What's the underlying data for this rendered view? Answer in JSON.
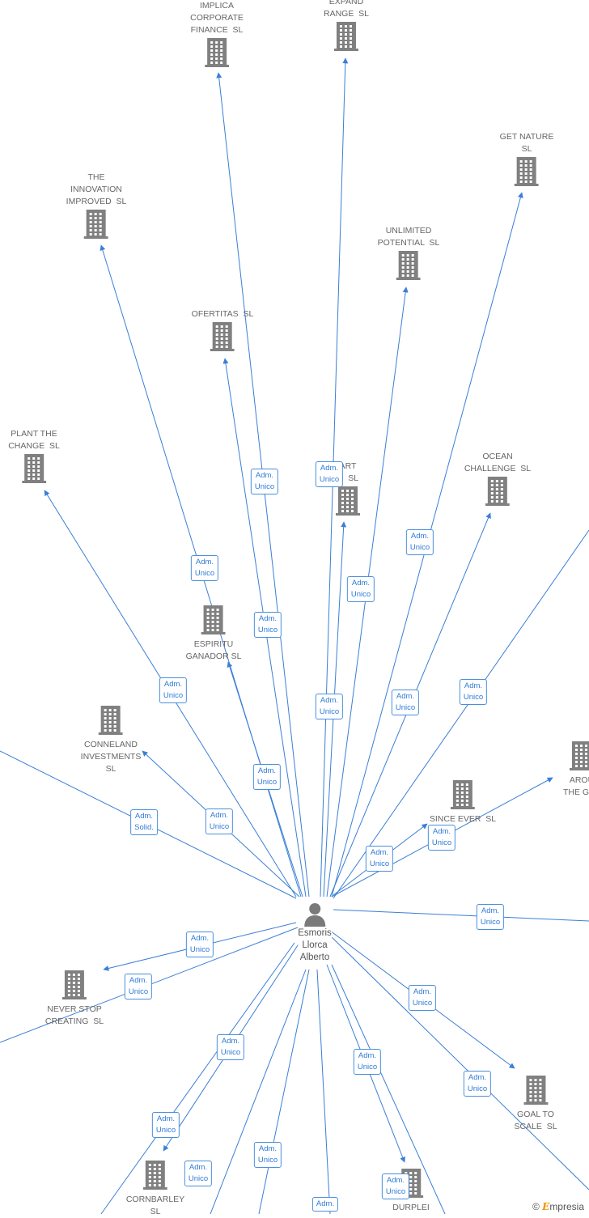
{
  "center_person": {
    "name": "Esmoris\nLlorca\nAlberto",
    "icon": "person-icon"
  },
  "edge_color": "#3a7fd5",
  "companies": [
    {
      "id": "implica",
      "name": "IMPLICA\nCORPORATE\nFINANCE  SL"
    },
    {
      "id": "expand",
      "name": "EXPAND\nRANGE  SL"
    },
    {
      "id": "getnature",
      "name": "GET NATURE\nSL"
    },
    {
      "id": "innovation",
      "name": "THE\nINNOVATION\nIMPROVED  SL"
    },
    {
      "id": "unlimited",
      "name": "UNLIMITED\nPOTENTIAL  SL"
    },
    {
      "id": "ofertitas",
      "name": "OFERTITAS  SL"
    },
    {
      "id": "plant",
      "name": "PLANT THE\nCHANGE  SL"
    },
    {
      "id": "smart",
      "name": "ART\nN  SL"
    },
    {
      "id": "ocean",
      "name": "OCEAN\nCHALLENGE  SL"
    },
    {
      "id": "espiritu",
      "name": "ESPIRITU\nGANADOR SL"
    },
    {
      "id": "conneland",
      "name": "CONNELAND\nINVESTMENTS\nSL"
    },
    {
      "id": "around",
      "name": "AROU\nTHE GLO"
    },
    {
      "id": "sinceever",
      "name": "SINCE EVER  SL"
    },
    {
      "id": "neverstop",
      "name": "NEVER STOP\nCREATING  SL"
    },
    {
      "id": "goaltoscale",
      "name": "GOAL TO\nSCALE  SL"
    },
    {
      "id": "cornbarley",
      "name": "CORNBARLEY\nSL"
    },
    {
      "id": "durplei",
      "name": "DURPLEI"
    }
  ],
  "relations": [
    {
      "label": "Adm.\nUnico"
    },
    {
      "label": "Adm.\nUnico"
    },
    {
      "label": "Adm.\nUnico"
    },
    {
      "label": "Adm.\nUnico"
    },
    {
      "label": "Adm.\nUnico"
    },
    {
      "label": "Adm.\nUnico"
    },
    {
      "label": "Adm.\nUnico"
    },
    {
      "label": "Adm.\nUnico"
    },
    {
      "label": "Adm.\nUnico"
    },
    {
      "label": "Adm.\nUnico"
    },
    {
      "label": "Adm.\nUnico"
    },
    {
      "label": "Adm.\nUnico"
    },
    {
      "label": "Adm.\nSolid."
    },
    {
      "label": "Adm.\nUnico"
    },
    {
      "label": "Adm.\nUnico"
    },
    {
      "label": "Adm.\nUnico"
    },
    {
      "label": "Adm.\nUnico"
    },
    {
      "label": "Adm.\nUnico"
    },
    {
      "label": "Adm.\nUnico"
    },
    {
      "label": "Adm.\nUnico"
    },
    {
      "label": "Adm.\nUnico"
    },
    {
      "label": "Adm.\nUnico"
    },
    {
      "label": "Adm.\nUnico"
    },
    {
      "label": "Adm.\nUnico"
    },
    {
      "label": "Adm.\nUnico"
    },
    {
      "label": "Adm.\nUnico"
    },
    {
      "label": "Adm."
    }
  ],
  "brand": {
    "copyright": "©",
    "text": "mpresia",
    "initial": "E"
  }
}
